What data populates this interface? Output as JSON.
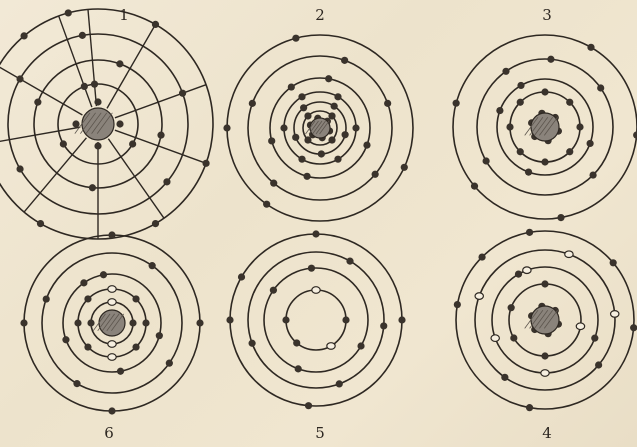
{
  "figure_labels": [
    "1",
    "2",
    "3",
    "4",
    "5",
    "6"
  ],
  "colors": {
    "background": "#efe6d2",
    "ink": "#2e2822",
    "nucleus_fill": "#8a837b",
    "dot_filled": "#3a332c",
    "dot_open": "#f6efe0"
  }
}
